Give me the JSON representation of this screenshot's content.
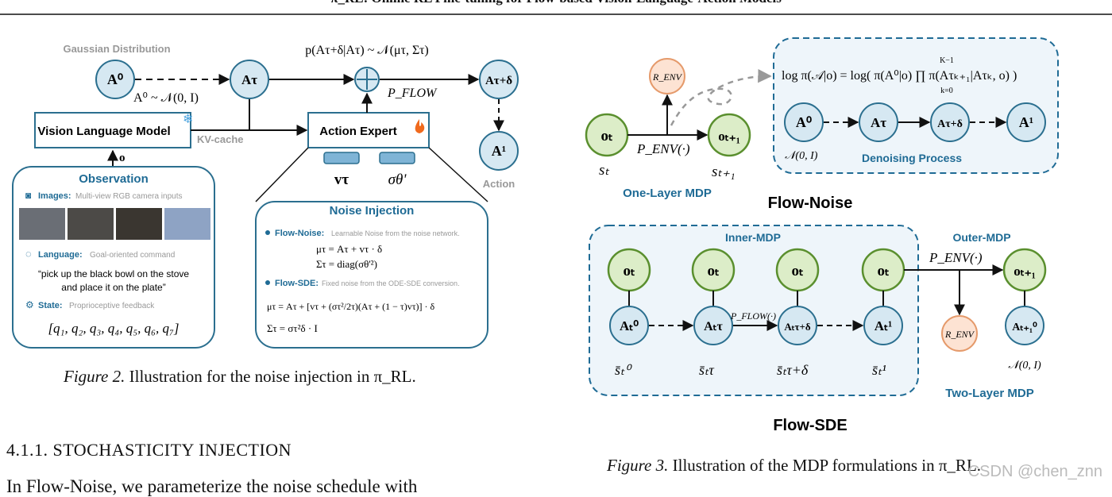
{
  "header": {
    "title": "π_RL: Online RL Fine-tuning for Flow-based Vision-Language-Action Models"
  },
  "fig2": {
    "gaussian_label": "Gaussian Distribution",
    "a0": "A⁰",
    "a_tau": "Aτ",
    "a_tau_delta": "Aτ+δ",
    "a1": "A¹",
    "action_label": "Action",
    "prior_eq": "A⁰ ~ 𝒩(0, I)",
    "transition_eq": "p(Aτ+δ|Aτ) ~ 𝒩(μτ, Στ)",
    "p_flow": "P_FLOW",
    "vlm": "Vision Language Model",
    "kv_cache": "KV-cache",
    "action_expert": "Action Expert",
    "o_label": "o",
    "v_tau": "vτ",
    "sigma_theta": "σθ'",
    "observation": {
      "title": "Observation",
      "images_label": "Images:",
      "images_desc": "Multi-view RGB camera inputs",
      "language_label": "Language:",
      "language_desc": "Goal-oriented command",
      "command_line1": "“pick up the black bowl on the stove",
      "command_line2": "and place it on the plate”",
      "state_label": "State:",
      "state_desc": "Proprioceptive feedback",
      "state_vec": "[q₁, q₂, q₃, q₄, q₅, q₆, q₇]"
    },
    "noise": {
      "title": "Noise Injection",
      "flow_noise_label": "Flow-Noise:",
      "flow_noise_desc": "Learnable Noise from the noise network.",
      "flow_noise_eq1": "μτ = Aτ + vτ · δ",
      "flow_noise_eq2": "Στ = diag(σθ'²)",
      "flow_sde_label": "Flow-SDE:",
      "flow_sde_desc": "Fixed noise from the ODE-SDE conversion.",
      "flow_sde_eq1": "μτ = Aτ + [vτ + (στ²/2τ)(Aτ + (1 − τ)vτ)] · δ",
      "flow_sde_eq2": "Στ = στ²δ · I"
    },
    "caption_label": "Figure 2.",
    "caption_text": "Illustration for the noise injection in π_RL."
  },
  "fig3": {
    "r_env": "R_ENV",
    "o_t": "oₜ",
    "o_t1": "oₜ₊₁",
    "p_env": "P_ENV(·)",
    "s_t": "sₜ",
    "s_t1": "sₜ₊₁",
    "one_layer": "One-Layer MDP",
    "log_eq": "log π(𝒜|o) = log( π(A⁰|o) ∏ π(Aτₖ₊₁|Aτₖ, o) )",
    "prod_limits_top": "K−1",
    "prod_limits_bottom": "k=0",
    "denoise_a0": "A⁰",
    "denoise_atau": "Aτ",
    "denoise_atd": "Aτ+δ",
    "denoise_a1": "A¹",
    "denoise_normal": "𝒩(0, I)",
    "denoising_process": "Denoising Process",
    "flow_noise_title": "Flow-Noise",
    "inner_mdp": "Inner-MDP",
    "outer_mdp": "Outer-MDP",
    "p_flow": "P_FLOW(·)",
    "inner_a0": "Aₜ⁰",
    "inner_atau": "Aₜτ",
    "inner_atd": "Aₜτ+δ",
    "inner_a1": "Aₜ¹",
    "inner_s0": "s̄ₜ⁰",
    "inner_stau": "s̄ₜτ",
    "inner_std": "s̄ₜτ+δ",
    "inner_s1": "s̄ₜ¹",
    "outer_a0": "Aₜ₊₁⁰",
    "outer_normal": "𝒩(0, I)",
    "two_layer": "Two-Layer MDP",
    "flow_sde_title": "Flow-SDE",
    "caption_label": "Figure 3.",
    "caption_text": "Illustration of the MDP formulations in π_RL."
  },
  "section": {
    "title": "4.1.1. STOCHASTICITY INJECTION"
  },
  "body": {
    "text": "In Flow-Noise, we parameterize the noise schedule with"
  },
  "watermark": "CSDN @chen_znn",
  "colors": {
    "node_fill": "#d6e8f2",
    "node_stroke": "#2b6f8f",
    "green_fill": "#dcedc8",
    "green_stroke": "#5a8f2e",
    "orange_fill": "#fde3d3",
    "orange_stroke": "#e59a6b",
    "blue_text": "#1f6b95",
    "panel_fill": "#eef5fa"
  }
}
